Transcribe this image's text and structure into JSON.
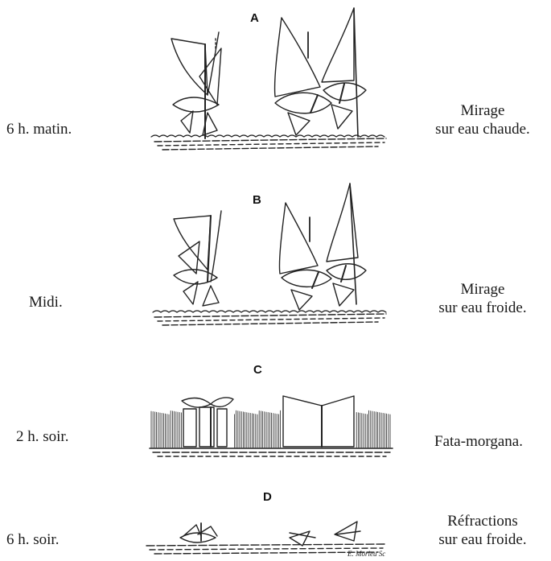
{
  "panels": [
    {
      "letter": "A",
      "time": "6 h. matin.",
      "caption_lines": [
        "Mirage",
        "sur eau chaude."
      ]
    },
    {
      "letter": "B",
      "time": "Midi.",
      "caption_lines": [
        "Mirage",
        "sur eau froide."
      ]
    },
    {
      "letter": "C",
      "time": "2 h. soir.",
      "caption_lines": [
        "Fata-morgana."
      ]
    },
    {
      "letter": "D",
      "time": "6 h. soir.",
      "caption_lines": [
        "Réfractions",
        "sur eau froide."
      ]
    }
  ],
  "signature": "E. Morieu Sc"
}
